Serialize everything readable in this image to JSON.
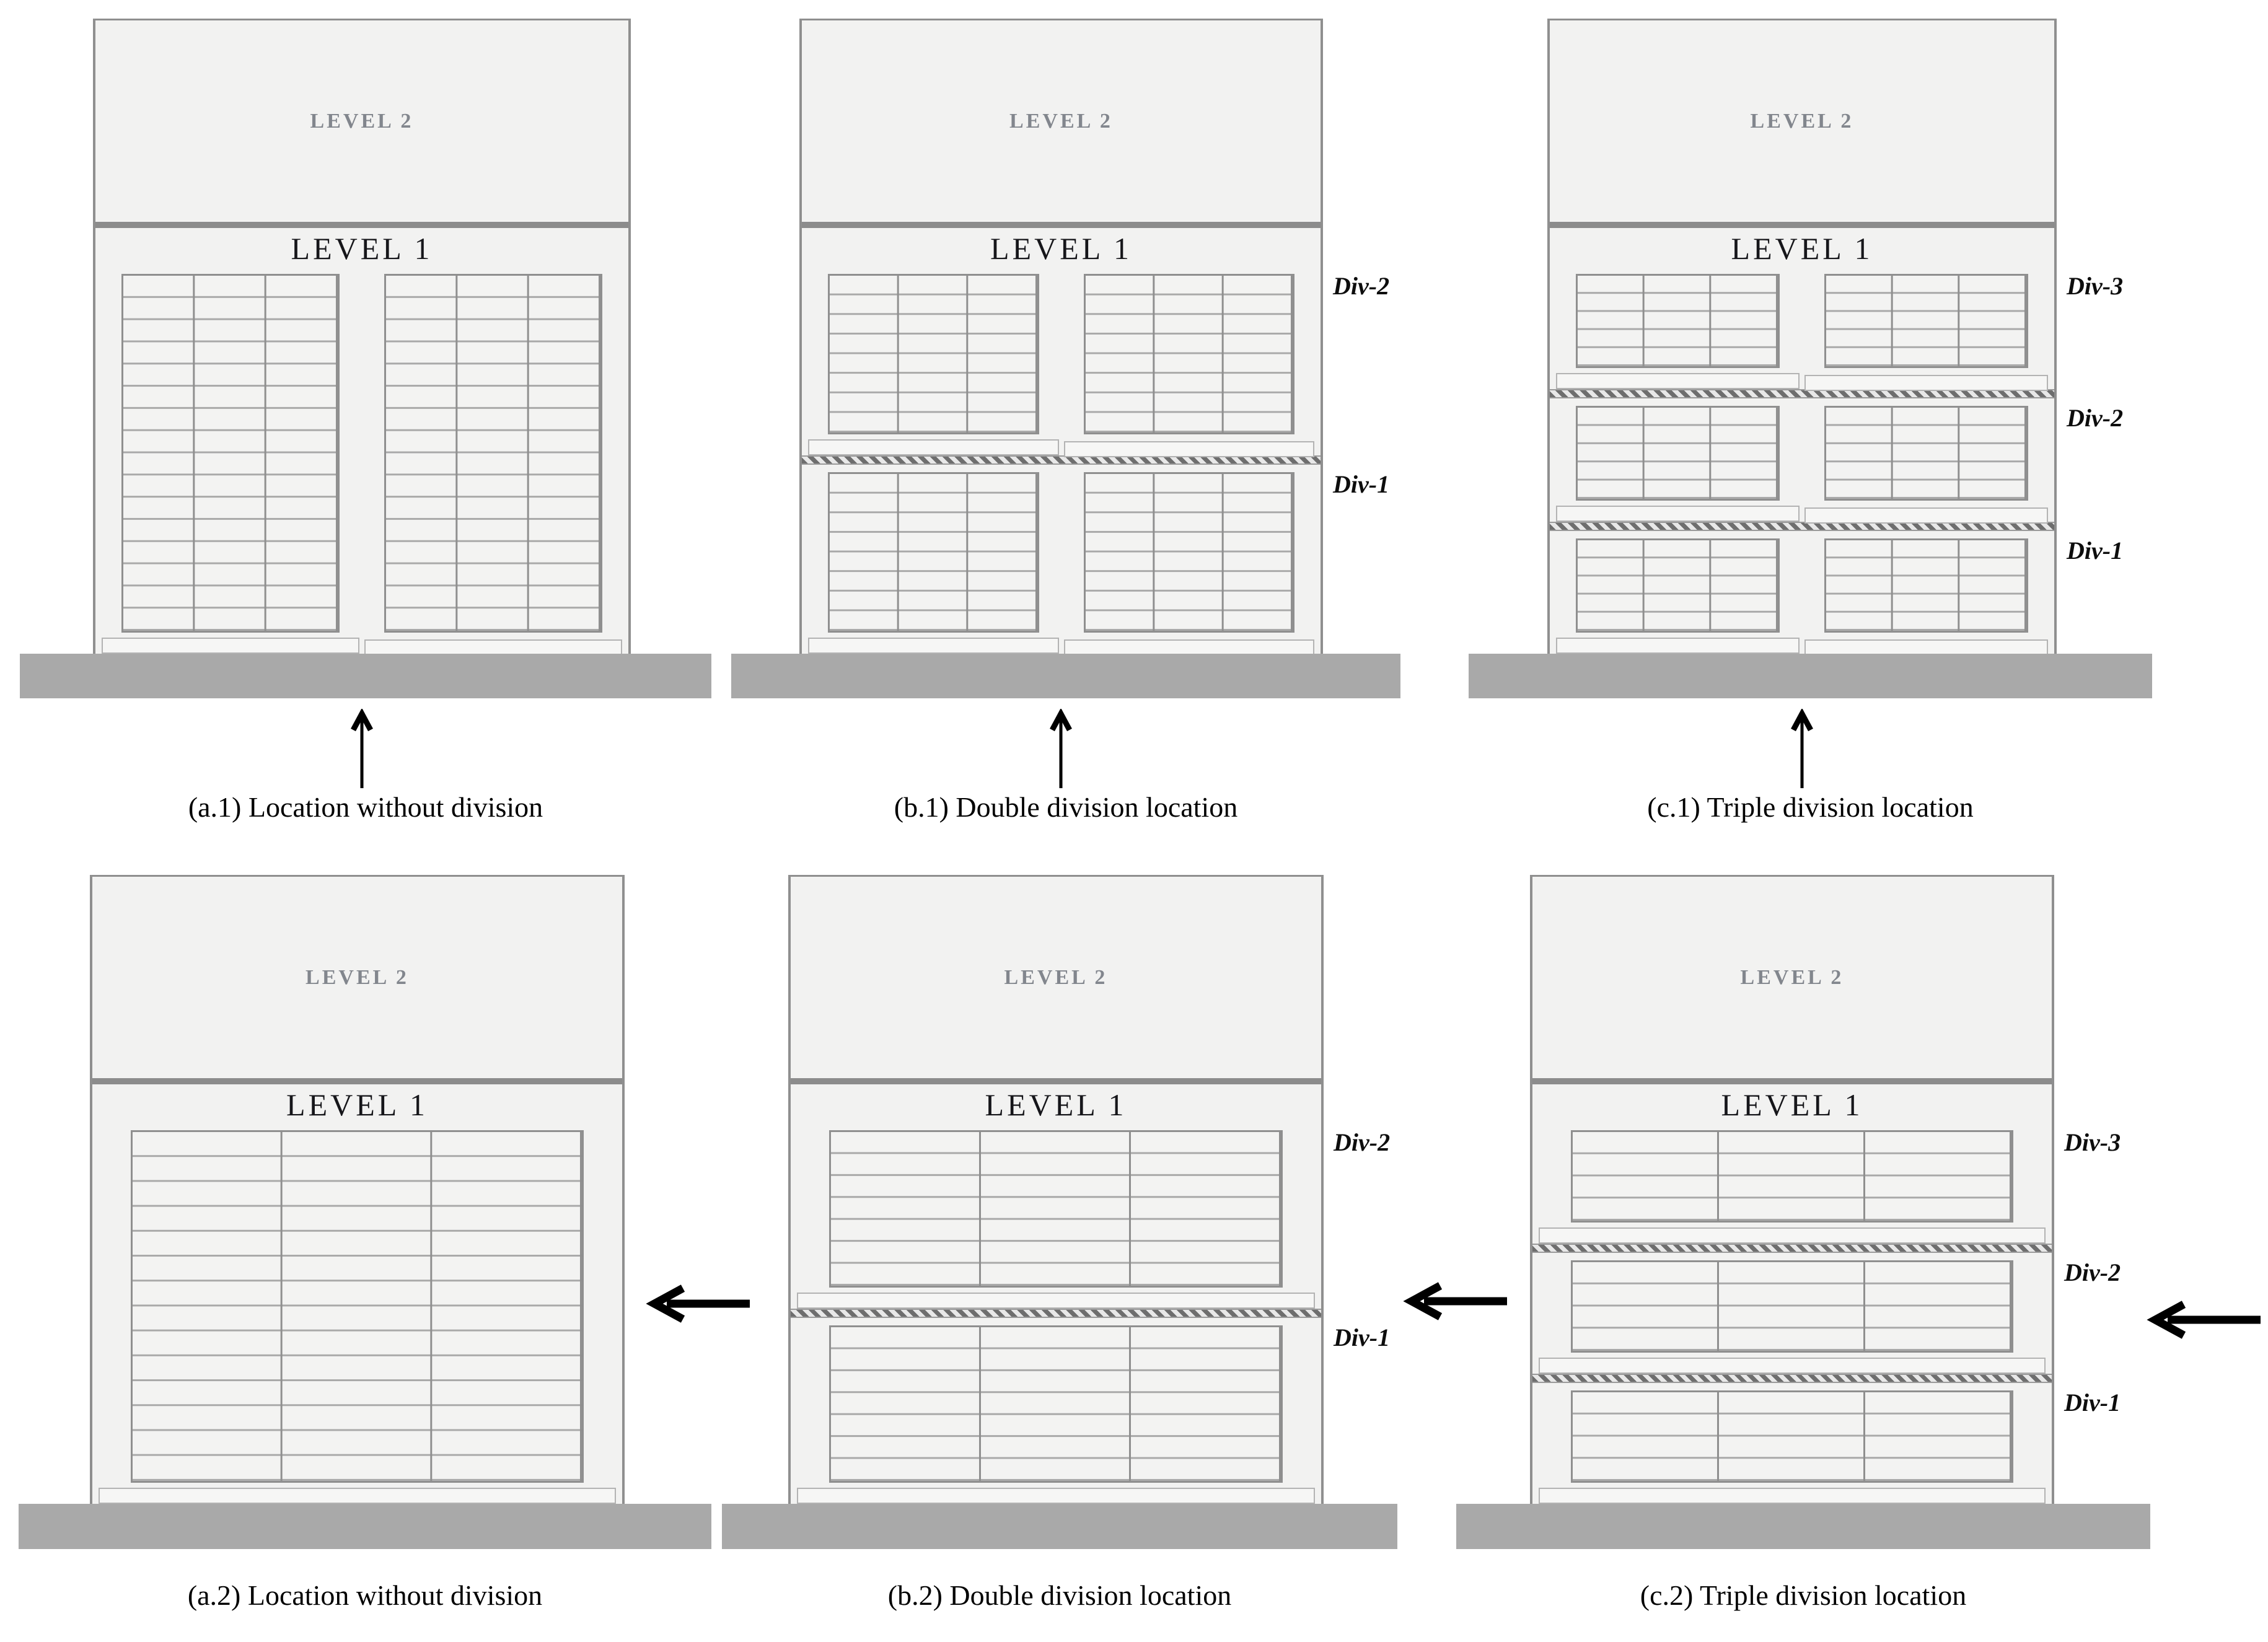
{
  "figure": {
    "labels": {
      "level1": "LEVEL 1",
      "level2": "LEVEL 2"
    },
    "panels": [
      {
        "id": "a.1",
        "caption": "(a.1) Location without division",
        "arrow": "up",
        "divisions": [
          {
            "label": "",
            "rack_rows": 16,
            "rack_cols": 3,
            "rack_blocks": 2
          }
        ]
      },
      {
        "id": "b.1",
        "caption": "(b.1) Double division location",
        "arrow": "up",
        "divisions": [
          {
            "label": "Div-2",
            "rack_rows": 8,
            "rack_cols": 3,
            "rack_blocks": 2
          },
          {
            "label": "Div-1",
            "rack_rows": 8,
            "rack_cols": 3,
            "rack_blocks": 2
          }
        ]
      },
      {
        "id": "c.1",
        "caption": "(c.1) Triple division location",
        "arrow": "up",
        "divisions": [
          {
            "label": "Div-3",
            "rack_rows": 5,
            "rack_cols": 3,
            "rack_blocks": 2
          },
          {
            "label": "Div-2",
            "rack_rows": 5,
            "rack_cols": 3,
            "rack_blocks": 2
          },
          {
            "label": "Div-1",
            "rack_rows": 5,
            "rack_cols": 3,
            "rack_blocks": 2
          }
        ]
      },
      {
        "id": "a.2",
        "caption": "(a.2) Location without division",
        "arrow": "left",
        "divisions": [
          {
            "label": "",
            "rack_rows": 14,
            "rack_cols": 3,
            "rack_blocks": 1
          }
        ]
      },
      {
        "id": "b.2",
        "caption": "(b.2) Double division location",
        "arrow": "left",
        "divisions": [
          {
            "label": "Div-2",
            "rack_rows": 7,
            "rack_cols": 3,
            "rack_blocks": 1
          },
          {
            "label": "Div-1",
            "rack_rows": 7,
            "rack_cols": 3,
            "rack_blocks": 1
          }
        ]
      },
      {
        "id": "c.2",
        "caption": "(c.2) Triple division location",
        "arrow": "left",
        "divisions": [
          {
            "label": "Div-3",
            "rack_rows": 4,
            "rack_cols": 3,
            "rack_blocks": 1
          },
          {
            "label": "Div-2",
            "rack_rows": 4,
            "rack_cols": 3,
            "rack_blocks": 1
          },
          {
            "label": "Div-1",
            "rack_rows": 4,
            "rack_cols": 3,
            "rack_blocks": 1
          }
        ]
      }
    ],
    "colors": {
      "building_fill": "#f2f2f1",
      "outline": "#8f8f8f",
      "ground": "#a9a9a9",
      "hatch_stripe": "#6e6e6e",
      "level2_text": "#82868d",
      "text": "#000000"
    }
  }
}
